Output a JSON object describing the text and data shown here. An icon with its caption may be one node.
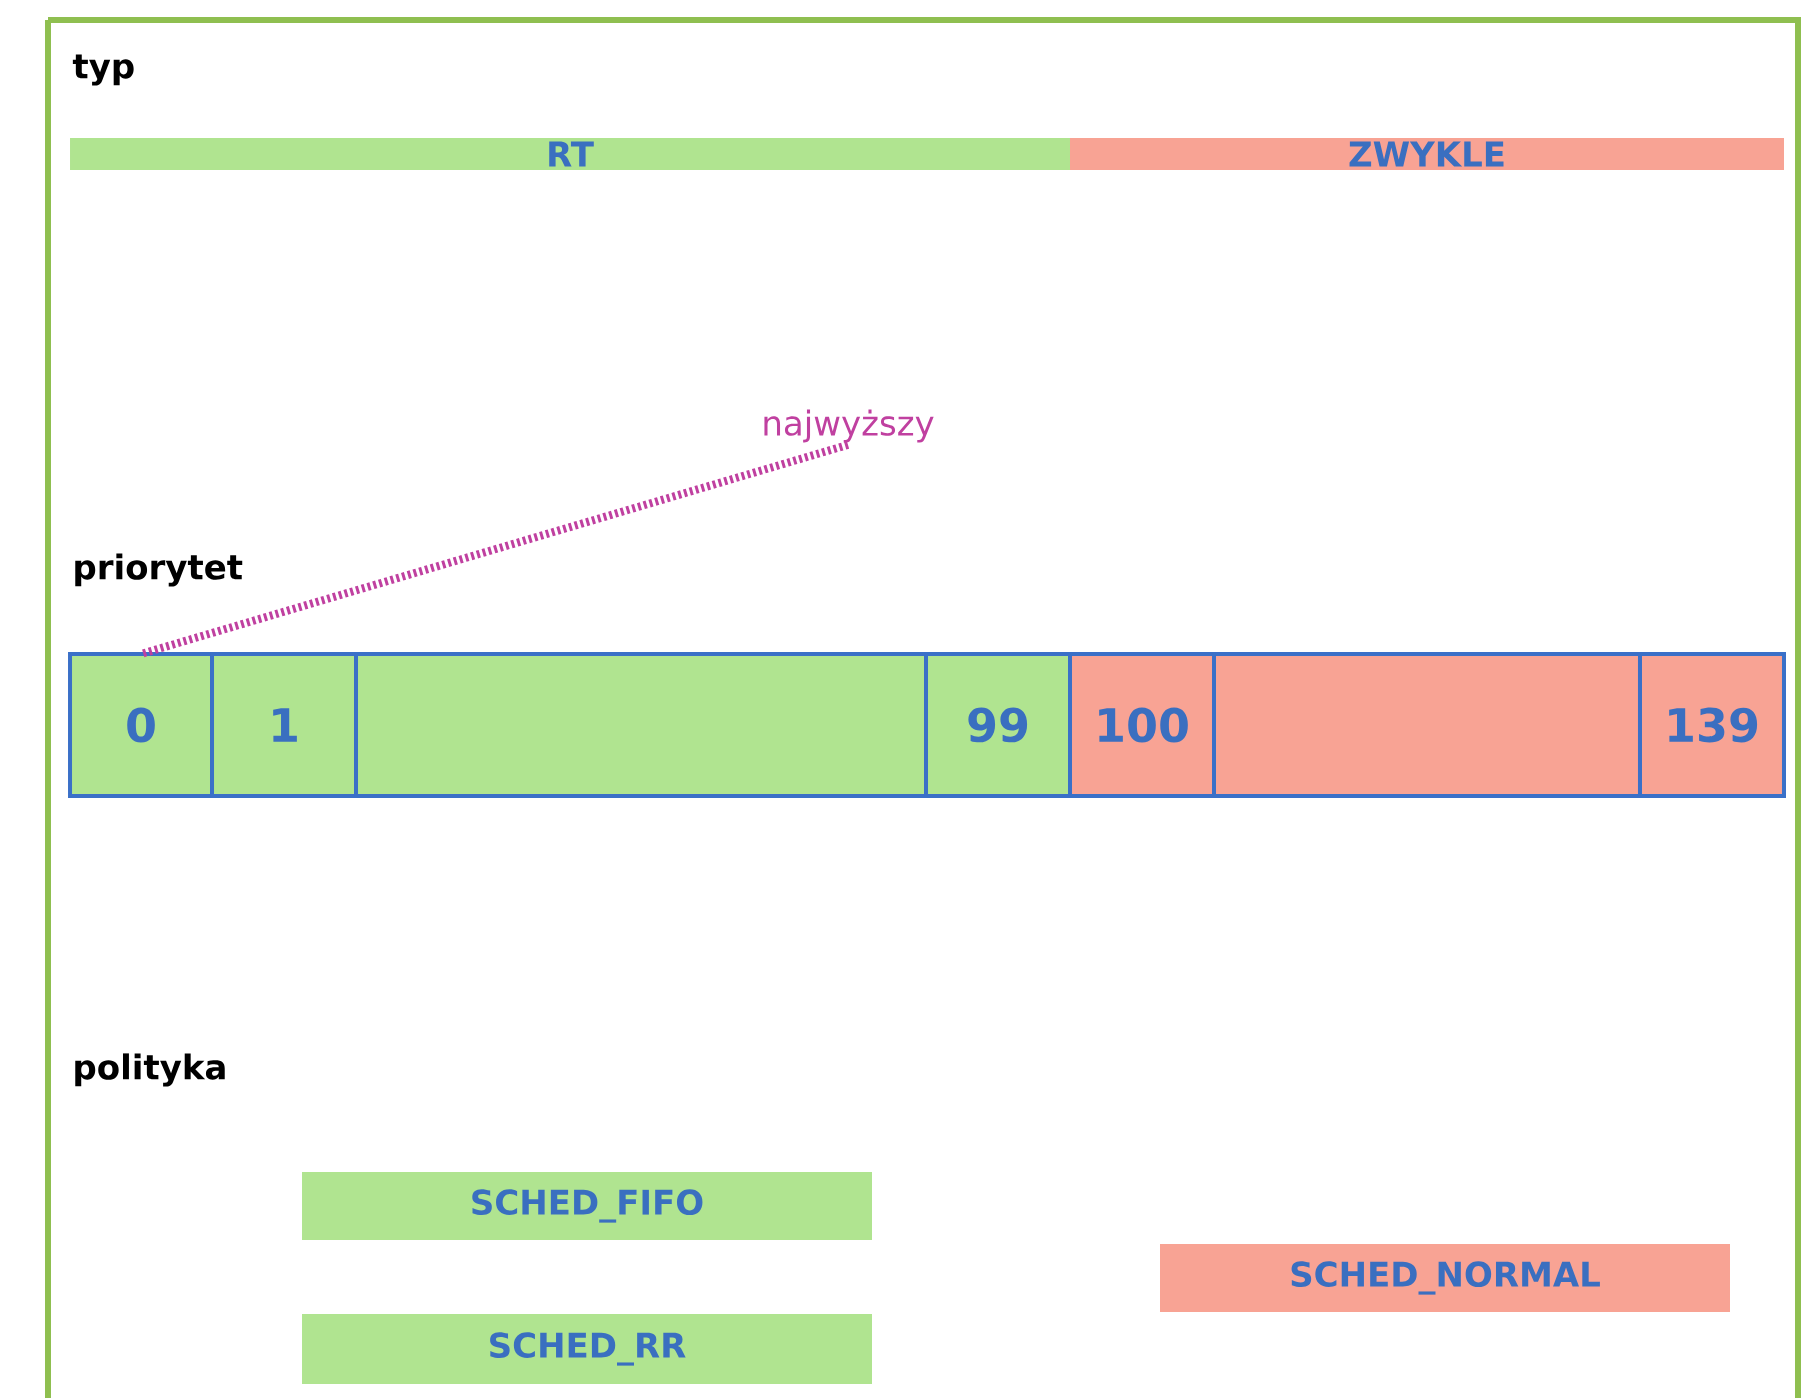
{
  "diagram": {
    "nodes": [
      {
        "text": [
          "RT"
        ]
      },
      {
        "text": [
          "ZWYKLE"
        ]
      },
      {
        "text": [
          "0"
        ]
      },
      {
        "text": [
          "1"
        ]
      },
      {
        "text": [],
        "shape": "box"
      },
      {
        "text": [
          "99"
        ]
      },
      {
        "text": [
          "100"
        ]
      },
      {
        "text": [],
        "shape": "box"
      },
      {
        "text": [
          "139"
        ]
      },
      {
        "text": [
          "najwyższy"
        ]
      },
      {
        "text": [
          "SCHED_FIFO"
        ]
      },
      {
        "text": [
          "SCHED_RR"
        ]
      },
      {
        "text": [
          "SCHED_NORMAL"
        ]
      }
    ],
    "edges": [
      {
        "from": 9,
        "to": 2,
        "arrow": "none",
        "style": "dashed",
        "color": "#c040a0"
      }
    ],
    "labels": [
      "typ",
      "priorytet",
      "polityka"
    ]
  }
}
